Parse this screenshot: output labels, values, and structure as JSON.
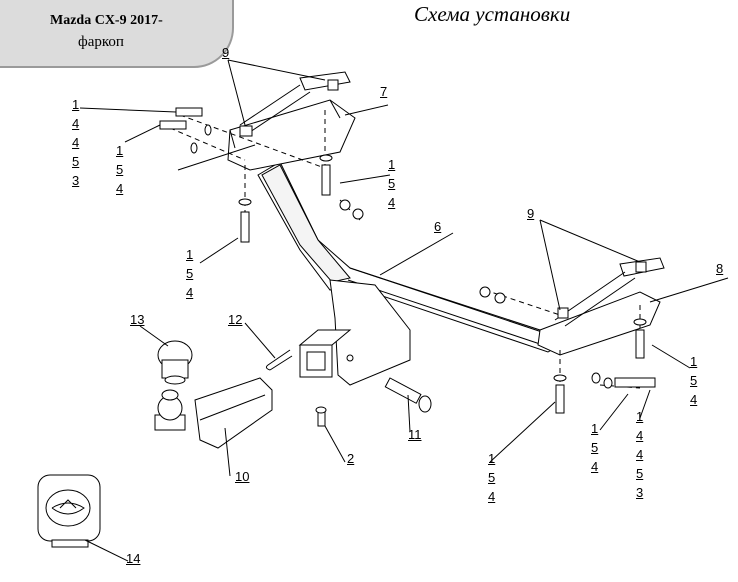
{
  "header": {
    "model": "Mazda CX-9 2017-",
    "product": "фаркоп",
    "title": "Схема установки"
  },
  "callouts": {
    "c9a": "9",
    "c7": "7",
    "c6": "6",
    "c8": "8",
    "c9b": "9",
    "c13": "13",
    "c12": "12",
    "c10": "10",
    "c11": "11",
    "c2": "2",
    "c14": "14",
    "stack_left": [
      "1",
      "4",
      "4",
      "5",
      "3"
    ],
    "stack_left2": [
      "1",
      "5",
      "4"
    ],
    "stack_upper_mid": [
      "1",
      "5",
      "4"
    ],
    "stack_lower_left": [
      "1",
      "5",
      "4"
    ],
    "stack_right": [
      "1",
      "5",
      "4"
    ],
    "stack_bottom_right_a": [
      "1",
      "4",
      "4",
      "5",
      "3"
    ],
    "stack_bottom_right_b": [
      "1",
      "5",
      "4"
    ],
    "stack_bottom_mid": [
      "1",
      "5",
      "4"
    ]
  }
}
